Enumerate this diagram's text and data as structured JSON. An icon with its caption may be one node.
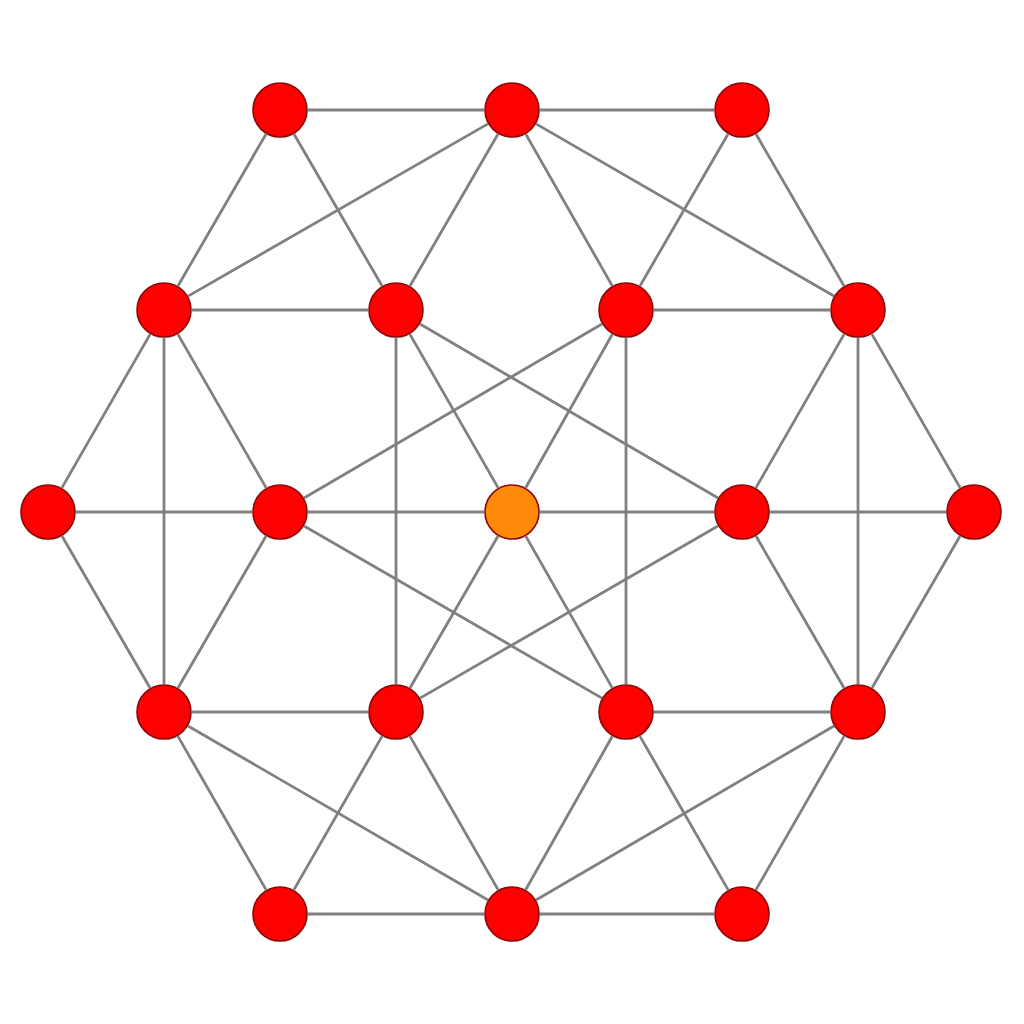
{
  "diagram": {
    "nodes": [
      {
        "text": [],
        "shape": "circle"
      },
      {
        "text": [],
        "shape": "circle"
      },
      {
        "text": [],
        "shape": "circle"
      },
      {
        "text": [],
        "shape": "circle"
      },
      {
        "text": [],
        "shape": "circle"
      },
      {
        "text": [],
        "shape": "circle"
      },
      {
        "text": [],
        "shape": "circle"
      },
      {
        "text": [],
        "shape": "circle"
      },
      {
        "text": [],
        "shape": "circle"
      },
      {
        "text": [],
        "shape": "circle"
      },
      {
        "text": [],
        "shape": "circle"
      },
      {
        "text": [],
        "shape": "circle"
      },
      {
        "text": [],
        "shape": "circle"
      },
      {
        "text": [],
        "shape": "circle"
      },
      {
        "text": [],
        "shape": "circle"
      },
      {
        "text": [],
        "shape": "circle"
      },
      {
        "text": [],
        "shape": "circle"
      },
      {
        "text": [],
        "shape": "circle"
      },
      {
        "text": [],
        "shape": "circle"
      }
    ],
    "edges": [
      {
        "from": 0,
        "to": 1,
        "arrow": "none"
      },
      {
        "from": 0,
        "to": 3,
        "arrow": "none"
      },
      {
        "from": 0,
        "to": 4,
        "arrow": "none"
      },
      {
        "from": 1,
        "to": 2,
        "arrow": "none"
      },
      {
        "from": 1,
        "to": 3,
        "arrow": "none"
      },
      {
        "from": 1,
        "to": 4,
        "arrow": "none"
      },
      {
        "from": 1,
        "to": 5,
        "arrow": "none"
      },
      {
        "from": 1,
        "to": 6,
        "arrow": "none"
      },
      {
        "from": 2,
        "to": 5,
        "arrow": "none"
      },
      {
        "from": 2,
        "to": 6,
        "arrow": "none"
      },
      {
        "from": 3,
        "to": 4,
        "arrow": "none"
      },
      {
        "from": 3,
        "to": 7,
        "arrow": "none"
      },
      {
        "from": 3,
        "to": 8,
        "arrow": "none"
      },
      {
        "from": 3,
        "to": 12,
        "arrow": "none"
      },
      {
        "from": 4,
        "to": 9,
        "arrow": "none"
      },
      {
        "from": 4,
        "to": 10,
        "arrow": "none"
      },
      {
        "from": 4,
        "to": 13,
        "arrow": "none"
      },
      {
        "from": 5,
        "to": 6,
        "arrow": "none"
      },
      {
        "from": 5,
        "to": 8,
        "arrow": "none"
      },
      {
        "from": 5,
        "to": 9,
        "arrow": "none"
      },
      {
        "from": 5,
        "to": 14,
        "arrow": "none"
      },
      {
        "from": 6,
        "to": 10,
        "arrow": "none"
      },
      {
        "from": 6,
        "to": 11,
        "arrow": "none"
      },
      {
        "from": 6,
        "to": 15,
        "arrow": "none"
      },
      {
        "from": 7,
        "to": 8,
        "arrow": "none"
      },
      {
        "from": 7,
        "to": 12,
        "arrow": "none"
      },
      {
        "from": 8,
        "to": 9,
        "arrow": "none"
      },
      {
        "from": 8,
        "to": 12,
        "arrow": "none"
      },
      {
        "from": 8,
        "to": 14,
        "arrow": "none"
      },
      {
        "from": 9,
        "to": 10,
        "arrow": "none"
      },
      {
        "from": 9,
        "to": 13,
        "arrow": "none"
      },
      {
        "from": 9,
        "to": 14,
        "arrow": "none"
      },
      {
        "from": 10,
        "to": 11,
        "arrow": "none"
      },
      {
        "from": 10,
        "to": 13,
        "arrow": "none"
      },
      {
        "from": 10,
        "to": 15,
        "arrow": "none"
      },
      {
        "from": 11,
        "to": 15,
        "arrow": "none"
      },
      {
        "from": 12,
        "to": 13,
        "arrow": "none"
      },
      {
        "from": 12,
        "to": 16,
        "arrow": "none"
      },
      {
        "from": 12,
        "to": 17,
        "arrow": "none"
      },
      {
        "from": 13,
        "to": 16,
        "arrow": "none"
      },
      {
        "from": 13,
        "to": 17,
        "arrow": "none"
      },
      {
        "from": 14,
        "to": 15,
        "arrow": "none"
      },
      {
        "from": 14,
        "to": 17,
        "arrow": "none"
      },
      {
        "from": 14,
        "to": 18,
        "arrow": "none"
      },
      {
        "from": 15,
        "to": 17,
        "arrow": "none"
      },
      {
        "from": 15,
        "to": 18,
        "arrow": "none"
      },
      {
        "from": 16,
        "to": 17,
        "arrow": "none"
      },
      {
        "from": 17,
        "to": 18,
        "arrow": "none"
      }
    ]
  }
}
